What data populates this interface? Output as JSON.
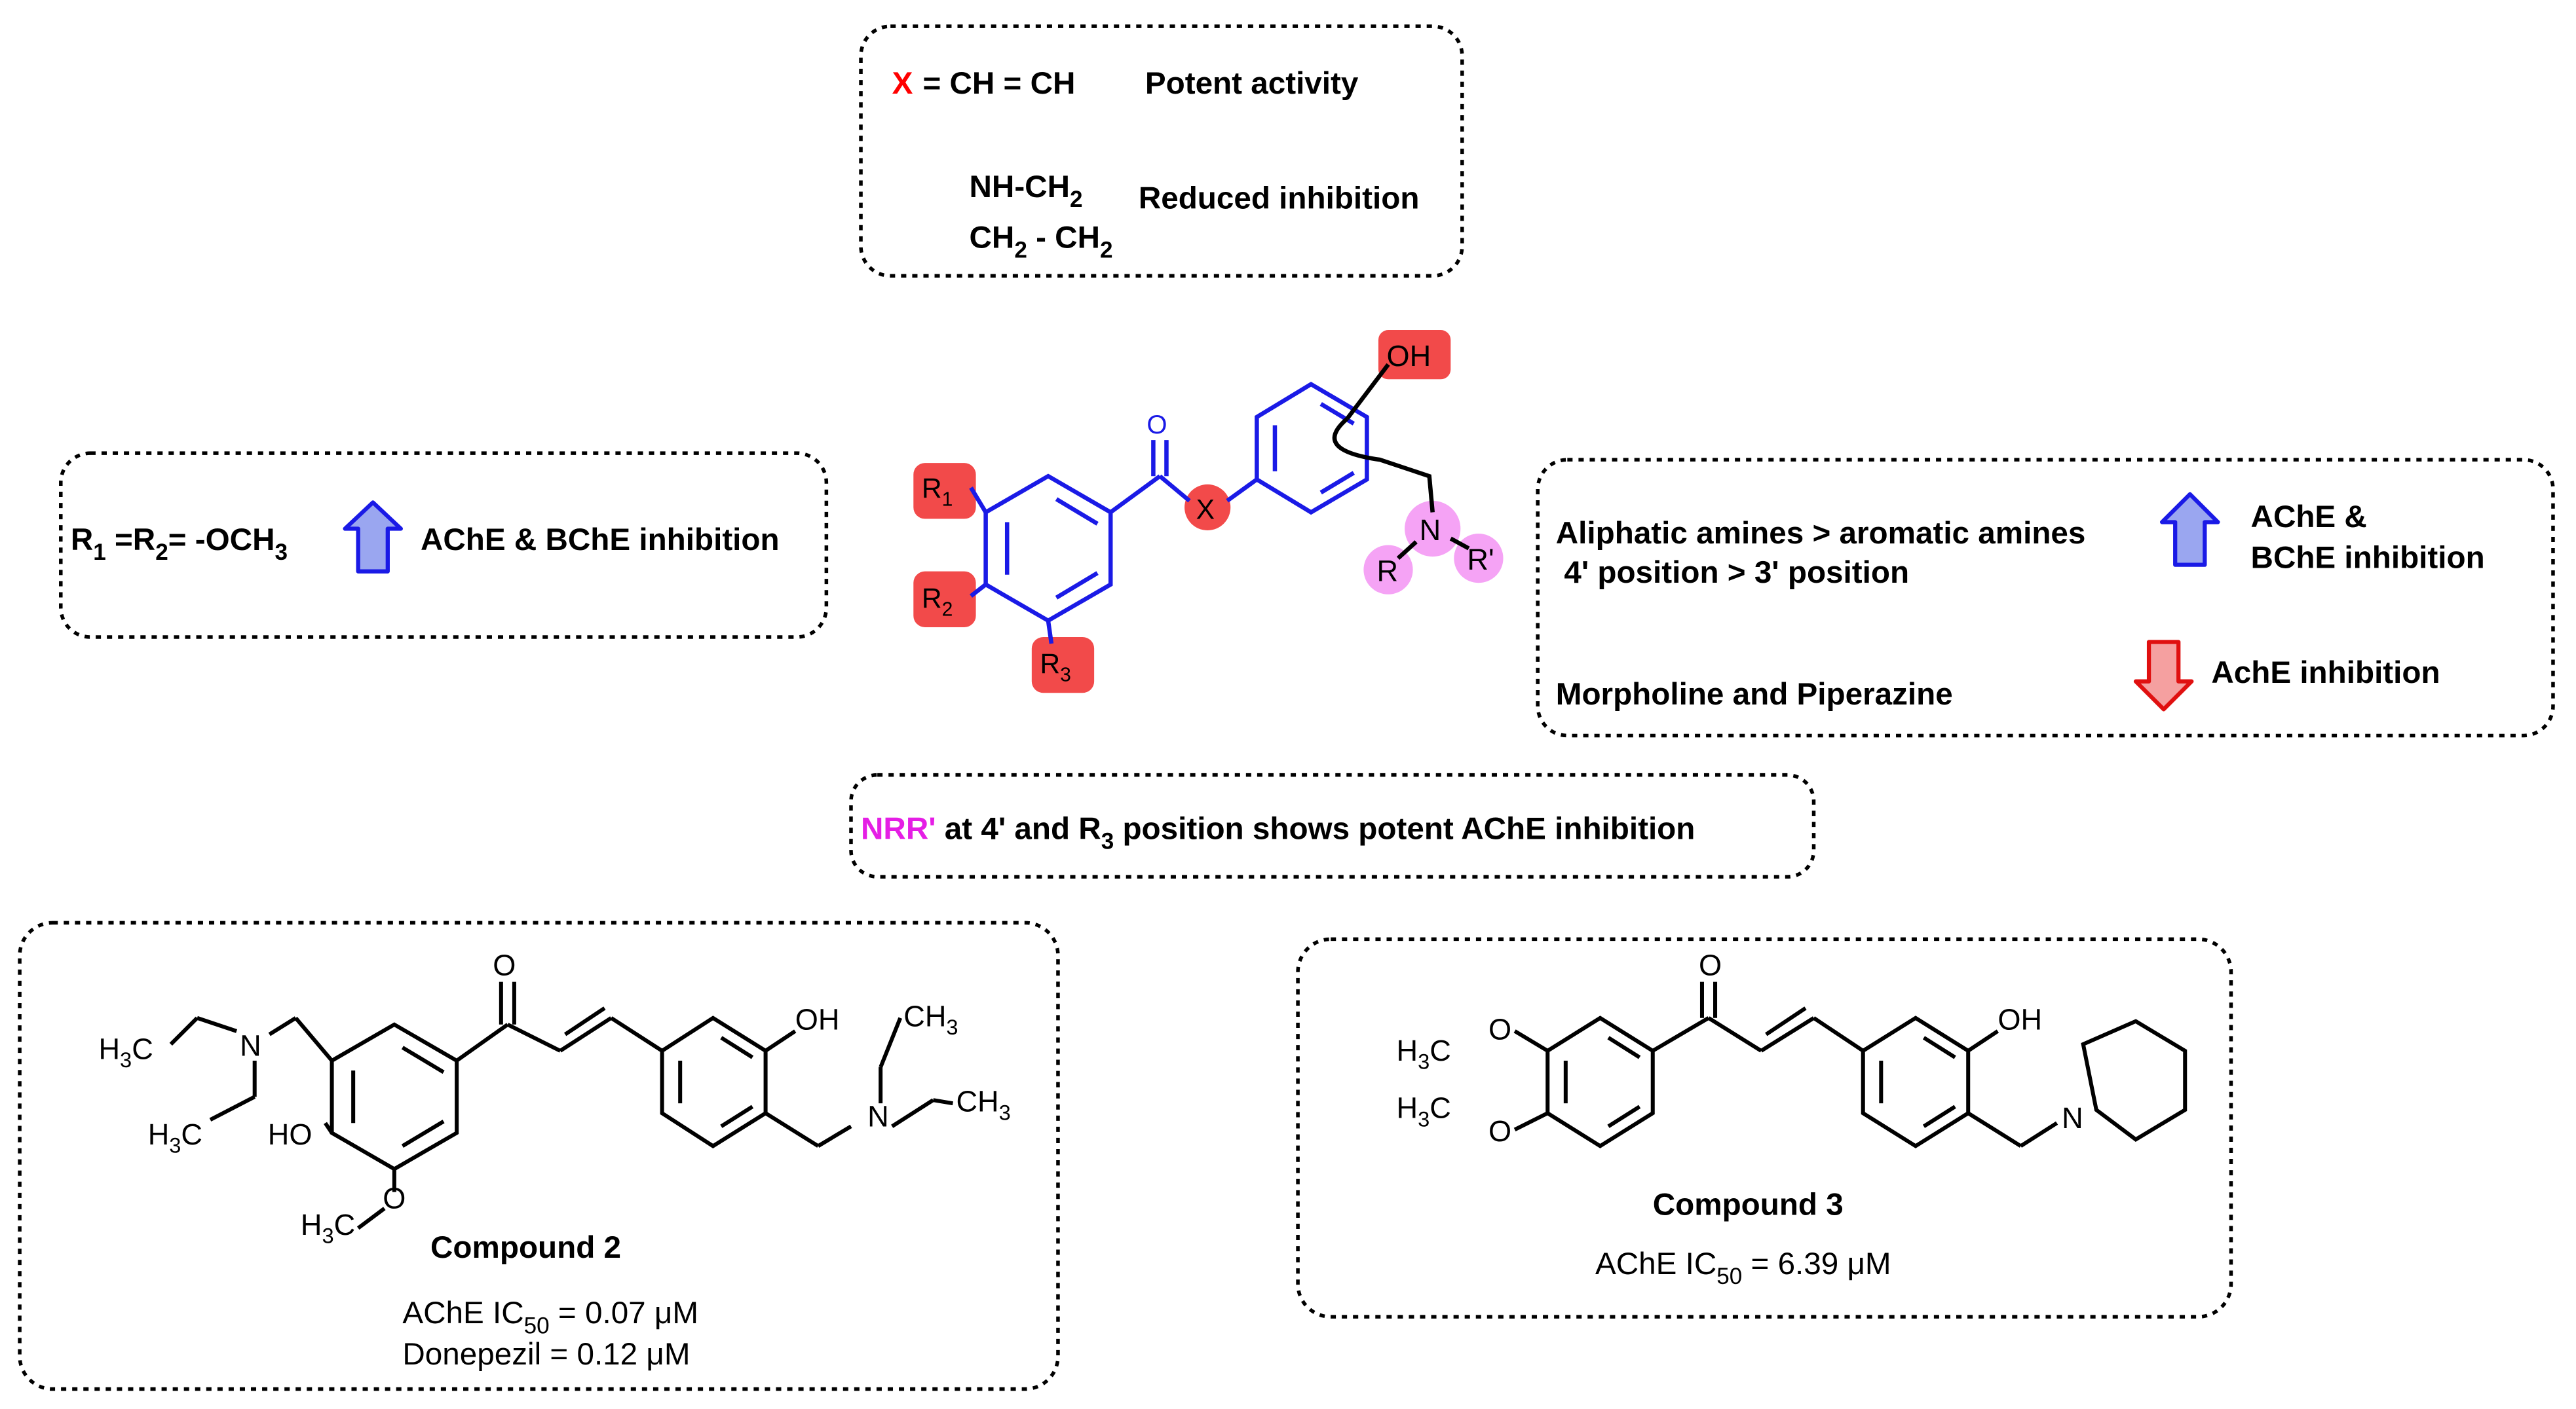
{
  "top_box": {
    "x_symbol": "X",
    "x_value": "= CH = CH",
    "potent": "Potent activity",
    "nh_line": "NH-CH",
    "ch2_line_a": "CH",
    "ch2_line_b": " - CH",
    "reduced": "Reduced inhibition",
    "sub2": "2"
  },
  "left_box": {
    "r1": "R",
    "sub1": "1",
    "eq": " =R",
    "sub2": "2",
    "tail": "= -OCH",
    "sub3": "3",
    "result": "AChE & BChE inhibition"
  },
  "right_box": {
    "line1": "Aliphatic amines > aromatic amines",
    "line2": "4' position > 3' position",
    "effect1_a": "AChE &",
    "effect1_b": "BChE inhibition",
    "line3": "Morpholine and Piperazine",
    "effect2": "AchE inhibition"
  },
  "middle_box": {
    "nrr": "NRR'",
    "text_a": " at 4' and R",
    "sub3": "3",
    "text_b": " position shows potent AChE inhibition"
  },
  "scaffold_labels": {
    "oh": "OH",
    "o": "O",
    "x": "X",
    "r1": "R",
    "r2": "R",
    "r3": "R",
    "sub1": "1",
    "sub2": "2",
    "sub3": "3",
    "n": "N",
    "r": "R",
    "rprime": "R'"
  },
  "compound2": {
    "o": "O",
    "oh": "OH",
    "ho": "HO",
    "n": "N",
    "h3c": "H",
    "sub3": "3",
    "c": "C",
    "ch": "CH",
    "ome_o": "O",
    "name": "Compound 2",
    "ic50_a": "AChE IC",
    "ic50_sub": "50",
    "ic50_b": " =  0.07 μM",
    "donepezil": "Donepezil = 0.12 μM"
  },
  "compound3": {
    "o": "O",
    "oh": "OH",
    "n": "N",
    "h": "H",
    "sub3": "3",
    "c": "C",
    "name": "Compound 3",
    "ic50_a": "AChE IC",
    "ic50_sub": "50",
    "ic50_b": " =  6.39 μM"
  },
  "colors": {
    "red_x": "#ff0000",
    "magenta": "#e51ee5",
    "red_highlight": "#f24a4a",
    "pink_highlight": "#f5a3f5",
    "bond_blue": "#1a1ae6",
    "arrow_up_fill": "#9aa6f0",
    "arrow_up_stroke": "#1a1ae6",
    "arrow_down_fill": "#f5a0a0",
    "arrow_down_stroke": "#e01010"
  },
  "icons": [
    "up-arrow-icon",
    "down-arrow-icon"
  ]
}
